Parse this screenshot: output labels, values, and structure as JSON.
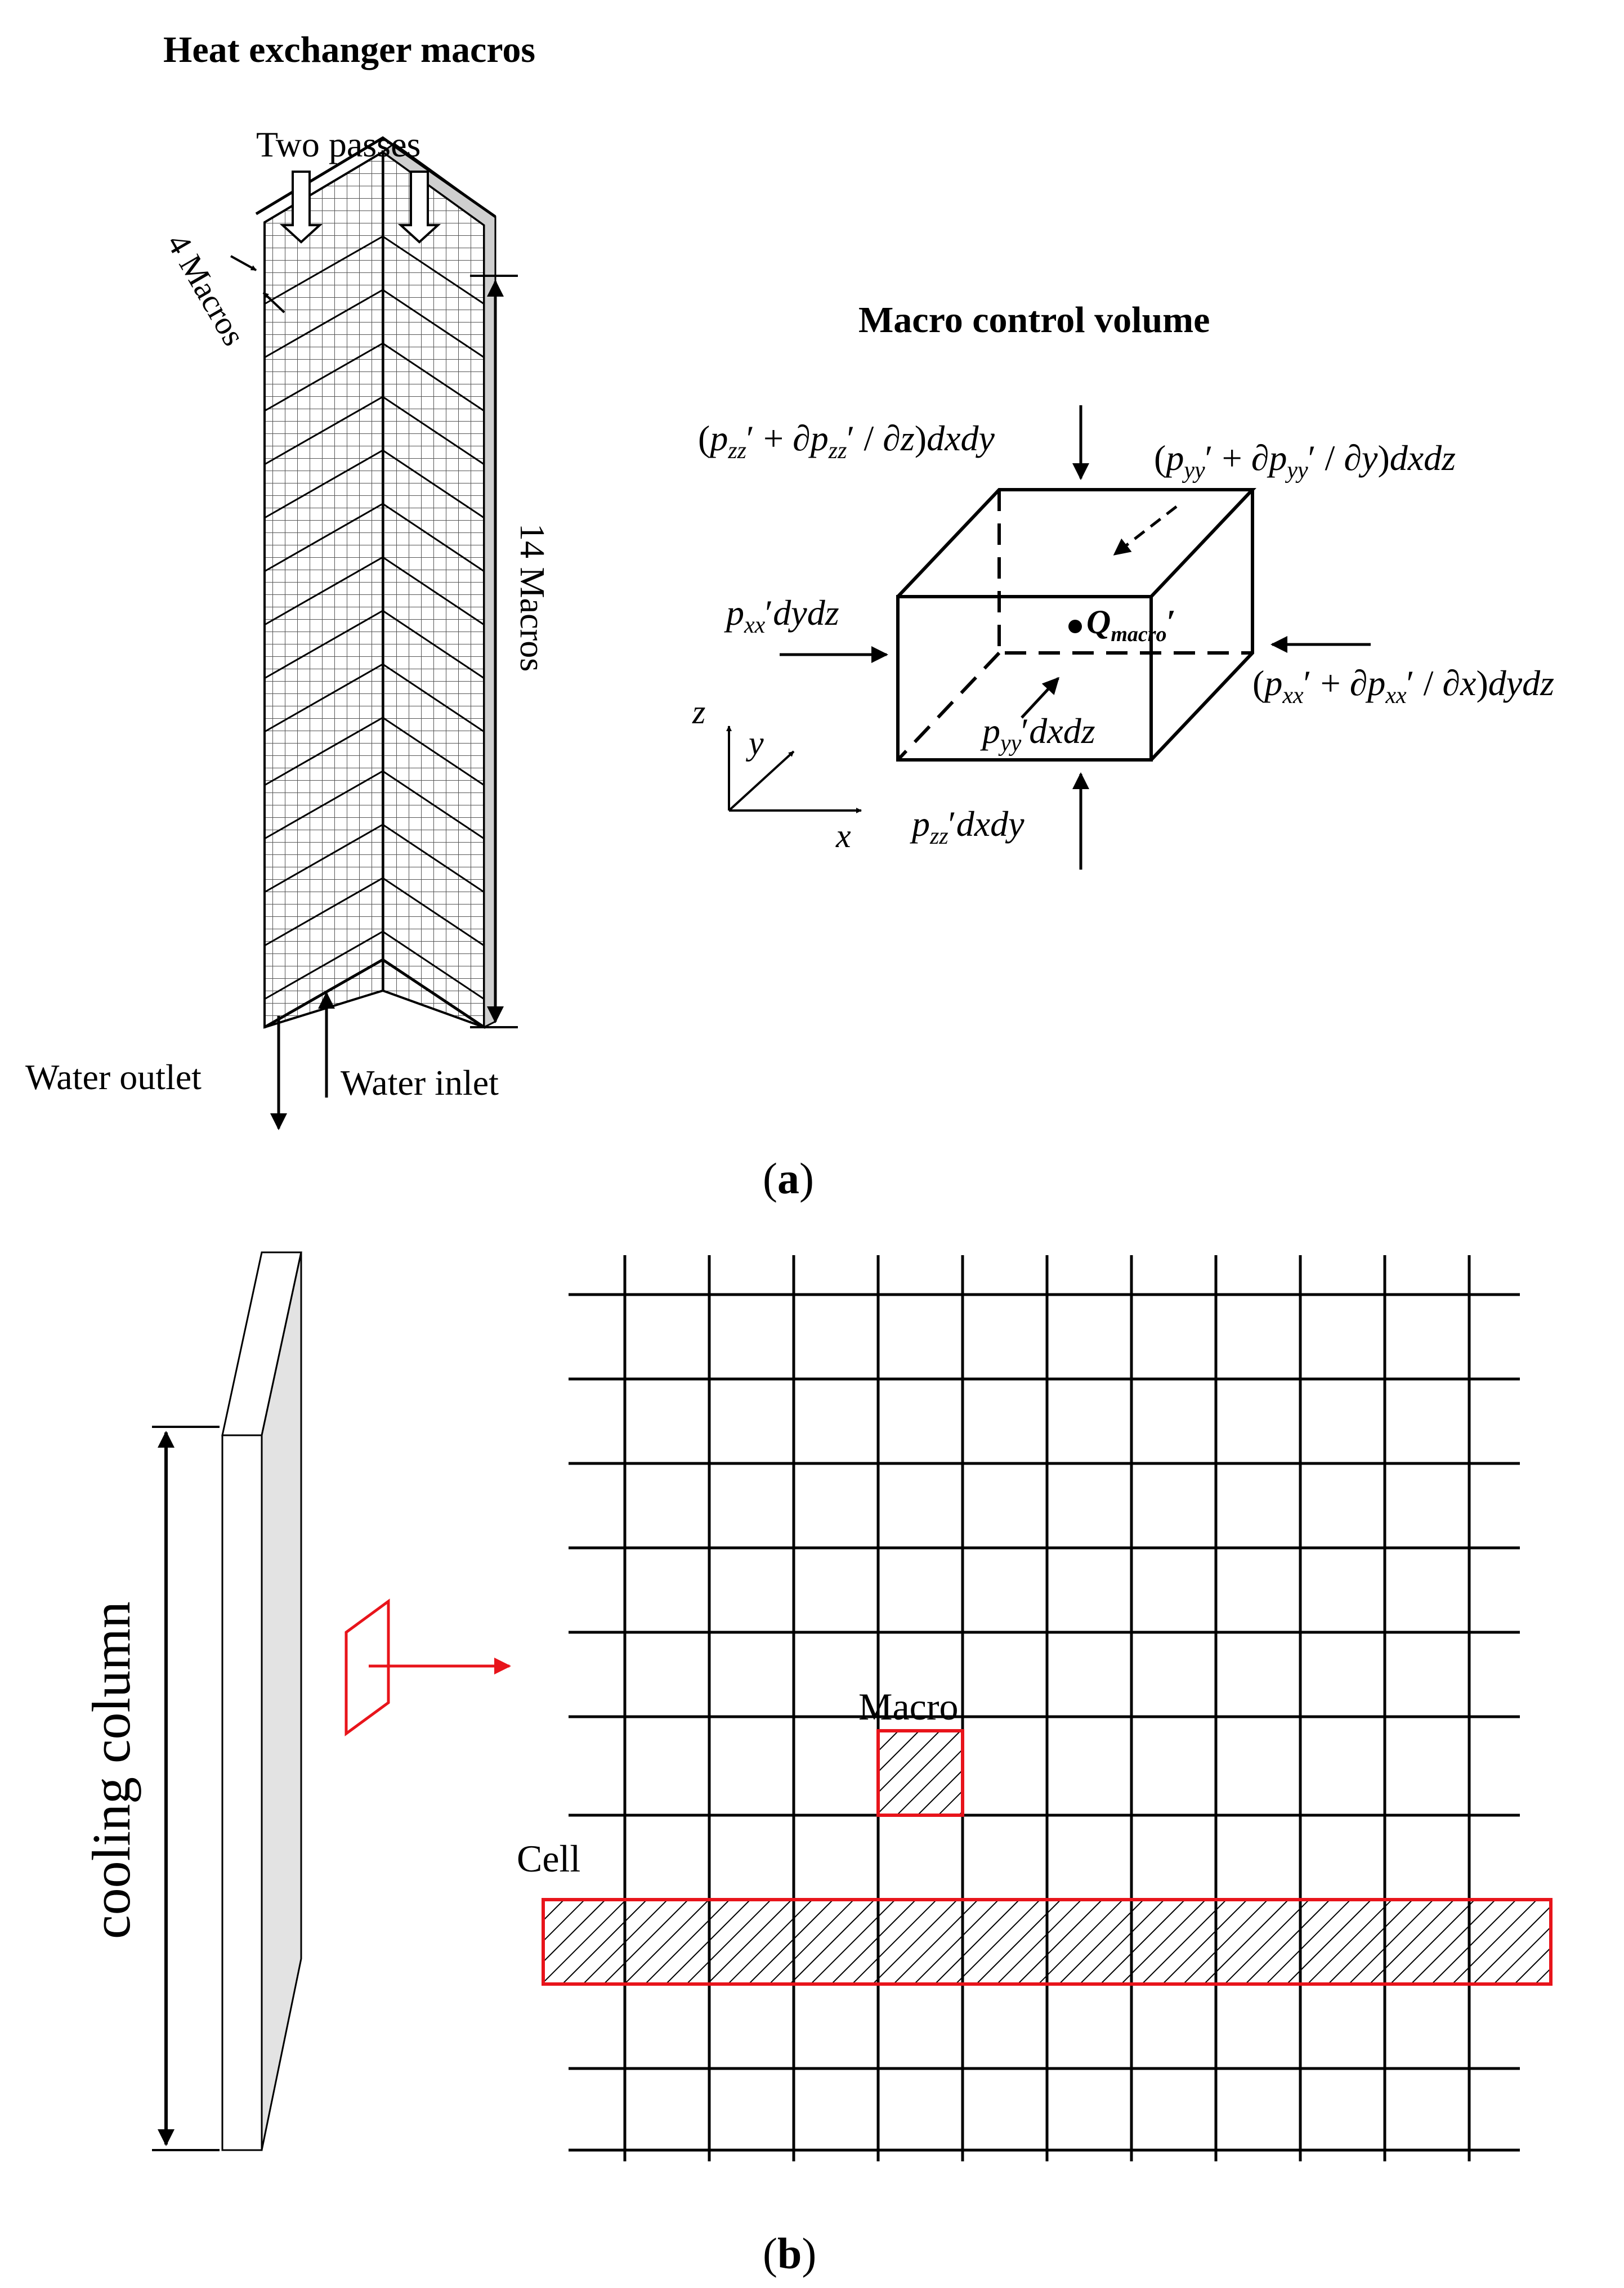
{
  "panel_a": {
    "title": "Heat exchanger macros",
    "two_passes": "Two passes",
    "four_macros": "4 Macros",
    "fourteen_macros": "14 Macros",
    "water_outlet": "Water outlet",
    "water_inlet": "Water inlet",
    "control_volume_title": "Macro control volume",
    "q_macro": "Q",
    "q_macro_sub": "macro",
    "axis_x": "x",
    "axis_y": "y",
    "axis_z": "z",
    "caption": "(a)",
    "caption_letter": "a"
  },
  "panel_b": {
    "cooling_column": "cooling column",
    "macro": "Macro",
    "cell": "Cell",
    "caption": "(b)",
    "caption_letter": "b"
  },
  "colors": {
    "line": "#000000",
    "highlight": "#e8141b",
    "panel_gray": "#e3e3e3"
  }
}
